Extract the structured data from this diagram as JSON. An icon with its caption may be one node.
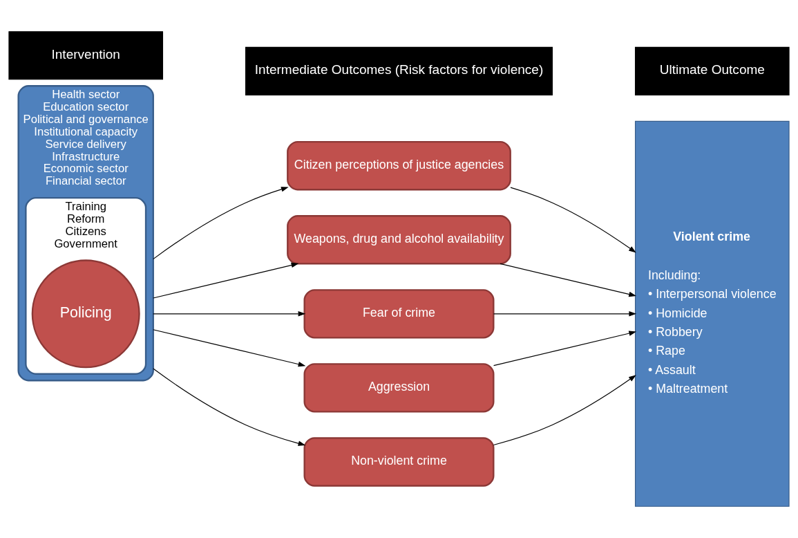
{
  "diagram": {
    "nodes": [
      {
        "text": [
          "Intervention"
        ]
      },
      {
        "text": [
          "Intermediate Outcomes (Risk factors for violence)"
        ]
      },
      {
        "text": [
          "Ultimate Outcome"
        ]
      },
      {
        "text": [
          "Health sector",
          "Education sector",
          "Political and governance",
          "Institutional capacity",
          "Service delivery",
          "Infrastructure",
          "Economic sector",
          "Financial sector"
        ]
      },
      {
        "text": [
          "Training",
          "Reform",
          "Citizens",
          "Government"
        ],
        "in": 3
      },
      {
        "text": [
          "Policing"
        ],
        "in": 4
      },
      {
        "text": [
          "Citizen perceptions of justice agencies"
        ]
      },
      {
        "text": [
          "Weapons, drug and alcohol availability"
        ]
      },
      {
        "text": [
          "Fear of crime"
        ]
      },
      {
        "text": [
          "Aggression"
        ]
      },
      {
        "text": [
          "Non-violent crime"
        ]
      },
      {
        "text": [
          "Violent crime",
          "Including:",
          "• Interpersonal violence",
          "• Homicide",
          "• Robbery",
          "• Rape",
          "• Assault",
          "• Maltreatment"
        ]
      }
    ],
    "edges": [
      {
        "from": 3,
        "to": 6,
        "arrow": "to"
      },
      {
        "from": 3,
        "to": 7,
        "arrow": "to"
      },
      {
        "from": 3,
        "to": 8,
        "arrow": "to"
      },
      {
        "from": 3,
        "to": 9,
        "arrow": "to"
      },
      {
        "from": 3,
        "to": 10,
        "arrow": "to"
      },
      {
        "from": 6,
        "to": 11,
        "arrow": "to"
      },
      {
        "from": 7,
        "to": 11,
        "arrow": "to"
      },
      {
        "from": 8,
        "to": 11,
        "arrow": "to"
      },
      {
        "from": 9,
        "to": 11,
        "arrow": "to"
      },
      {
        "from": 10,
        "to": 11,
        "arrow": "to"
      }
    ]
  }
}
